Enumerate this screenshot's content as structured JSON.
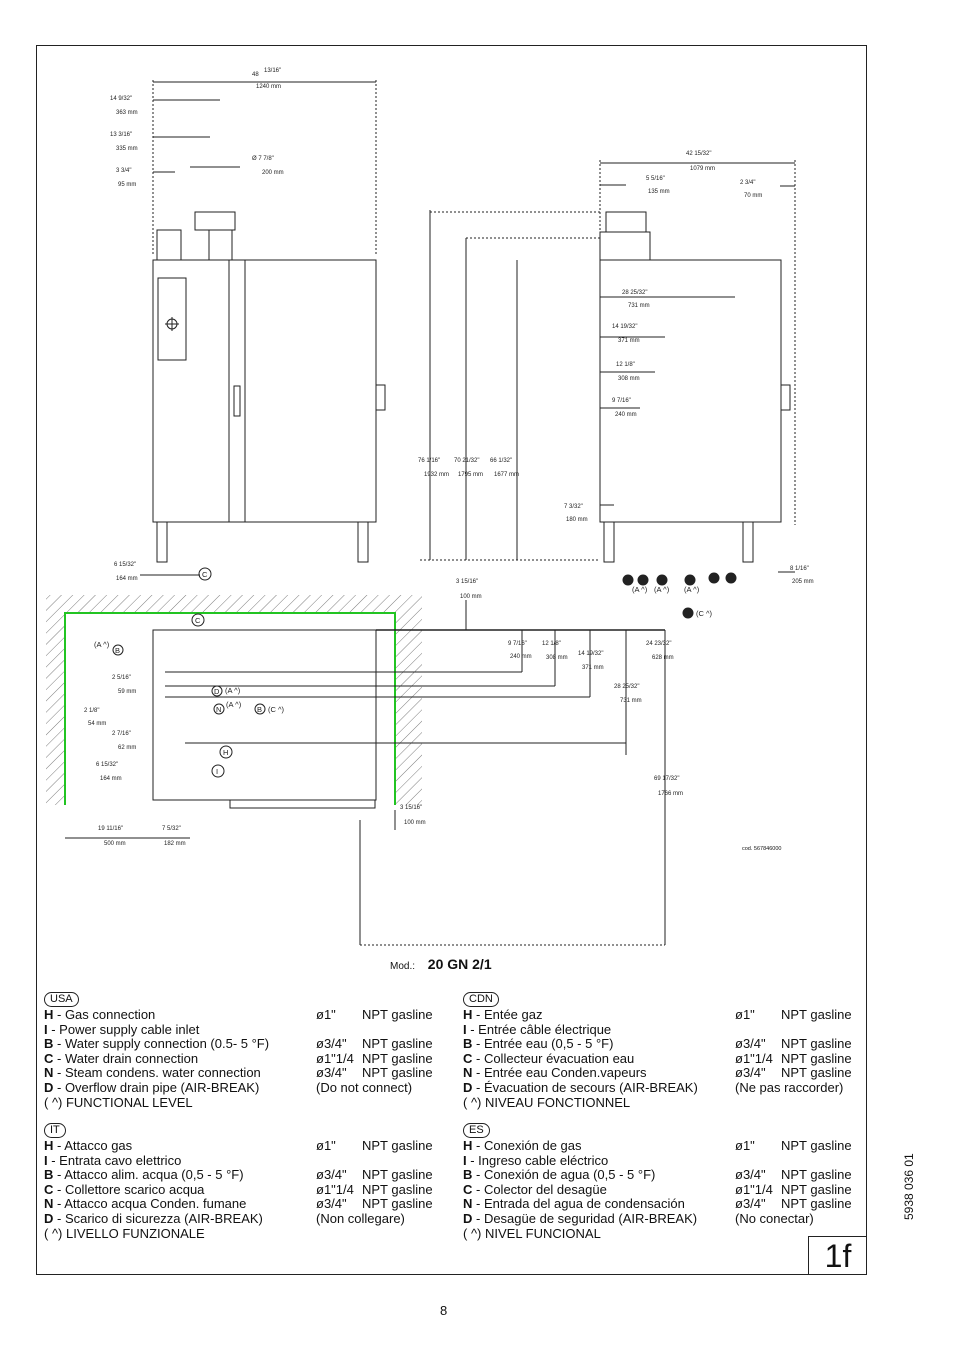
{
  "model": {
    "label": "Mod.:",
    "name": "20 GN 2/1"
  },
  "cod": "cod. 567846000",
  "sheet": "1f",
  "doc_code": "5938 036 01",
  "page_number": "8",
  "drawing": {
    "front_dims": [
      "48 13/16\"  1240 mm",
      "14 9/32\"  363 mm",
      "13 3/16\"  335 mm",
      "3 3/4\"  95 mm",
      "Ø 7 7/8\"  200 mm",
      "6 15/32\"  164 mm"
    ],
    "side_dims": [
      "42 15/32\"  1079 mm",
      "5 5/16\"  135 mm",
      "2 3/4\"  70 mm",
      "28 25/32\"  731 mm",
      "14 19/32\"  371 mm",
      "12 1/8\"  308 mm",
      "9 7/16\"  240 mm",
      "7 3/32\"  180 mm",
      "76 1/16\"  1932 mm",
      "70 21/32\"  1795 mm",
      "66 1/32\"  1677 mm",
      "8 1/16\"  205 mm"
    ],
    "plan_dims": [
      "3 15/16\"  100 mm",
      "9 7/16\"  240 mm",
      "12 1/8\"  308 mm",
      "14 19/32\"  371 mm",
      "24 23/32\"  628 mm",
      "28 25/32\"  731 mm",
      "69 17/32\"  1766 mm",
      "2 5/16\"  59 mm",
      "2 1/8\"  54 mm",
      "2 7/16\"  62 mm",
      "6 15/32\"  164 mm",
      "19 11/16\"  500 mm",
      "7 5/32\"  182 mm",
      "3 15/16\"  100 mm"
    ],
    "connection_letters": [
      "C",
      "B",
      "D",
      "N",
      "H",
      "I"
    ]
  },
  "legends": [
    {
      "tag": "USA",
      "rows": [
        {
          "k": "H",
          "t": "  - Gas connection",
          "s": "ø1\"",
          "c": "NPT gasline"
        },
        {
          "k": "I",
          "t": " - Power supply cable inlet",
          "s": "",
          "c": ""
        },
        {
          "k": "B",
          "t": " - Water supply connection (0.5- 5 °F)",
          "s": "ø3/4\"",
          "c": "NPT gasline"
        },
        {
          "k": "C",
          "t": " - Water drain connection",
          "s": "ø1\"1/4",
          "c": "NPT gasline"
        },
        {
          "k": "N",
          "t": " - Steam condens. water connection",
          "s": "ø3/4\"",
          "c": "NPT gasline"
        },
        {
          "k": "D",
          "t": " - Overflow drain pipe (AIR-BREAK)",
          "s": "(Do not connect)",
          "c": ""
        },
        {
          "k": "",
          "t": "(  ^)   FUNCTIONAL LEVEL",
          "s": "",
          "c": ""
        }
      ]
    },
    {
      "tag": "CDN",
      "rows": [
        {
          "k": "H",
          "t": "  - Entée gaz",
          "s": "ø1\"",
          "c": "NPT gasline"
        },
        {
          "k": "I",
          "t": " - Entrée câble électrique",
          "s": "",
          "c": ""
        },
        {
          "k": "B",
          "t": " - Entrée eau (0,5 - 5 °F)",
          "s": "ø3/4\"",
          "c": "NPT gasline"
        },
        {
          "k": "C",
          "t": " - Collecteur évacuation eau",
          "s": "ø1\"1/4",
          "c": "NPT gasline"
        },
        {
          "k": "N",
          "t": " - Entrée eau Conden.vapeurs",
          "s": "ø3/4\"",
          "c": "NPT gasline"
        },
        {
          "k": "D",
          "t": " - Évacuation de secours (AIR-BREAK)",
          "s": "(Ne pas raccorder)",
          "c": ""
        },
        {
          "k": "",
          "t": "(  ^)   NIVEAU FONCTIONNEL",
          "s": "",
          "c": ""
        }
      ]
    },
    {
      "tag": "IT",
      "rows": [
        {
          "k": "H",
          "t": "  - Attacco gas",
          "s": "ø1\"",
          "c": "NPT gasline"
        },
        {
          "k": "I",
          "t": "  - Entrata cavo elettrico",
          "s": "",
          "c": ""
        },
        {
          "k": "B",
          "t": " - Attacco alim. acqua (0,5 - 5 °F)",
          "s": "ø3/4\"",
          "c": "NPT gasline"
        },
        {
          "k": "C",
          "t": " - Collettore scarico acqua",
          "s": "ø1\"1/4",
          "c": "NPT gasline"
        },
        {
          "k": "N",
          "t": " - Attacco acqua Conden.  fumane",
          "s": "ø3/4\"",
          "c": "NPT gasline"
        },
        {
          "k": "D",
          "t": " - Scarico di sicurezza (AIR-BREAK)",
          "s": "(Non  collegare)",
          "c": ""
        },
        {
          "k": "",
          "t": "(  ^)   LIVELLO FUNZIONALE",
          "s": "",
          "c": ""
        }
      ]
    },
    {
      "tag": "ES",
      "rows": [
        {
          "k": "H",
          "t": "  - Conexión de gas",
          "s": "ø1\"",
          "c": "NPT gasline"
        },
        {
          "k": "I",
          "t": " - Ingreso cable eléctrico",
          "s": "",
          "c": ""
        },
        {
          "k": "B",
          "t": " - Conexión de agua (0,5 - 5 °F)",
          "s": "ø3/4\"",
          "c": "NPT gasline"
        },
        {
          "k": "C",
          "t": " - Colector del desagüe",
          "s": "ø1\"1/4",
          "c": "NPT gasline"
        },
        {
          "k": "N",
          "t": " - Entrada del agua de condensación",
          "s": "ø3/4\"",
          "c": "NPT gasline"
        },
        {
          "k": "D",
          "t": " - Desagüe de seguridad (AIR-BREAK)",
          "s": "(No conectar)",
          "c": ""
        },
        {
          "k": "",
          "t": "(  ^)   NIVEL FUNCIONAL",
          "s": "",
          "c": ""
        }
      ]
    }
  ]
}
